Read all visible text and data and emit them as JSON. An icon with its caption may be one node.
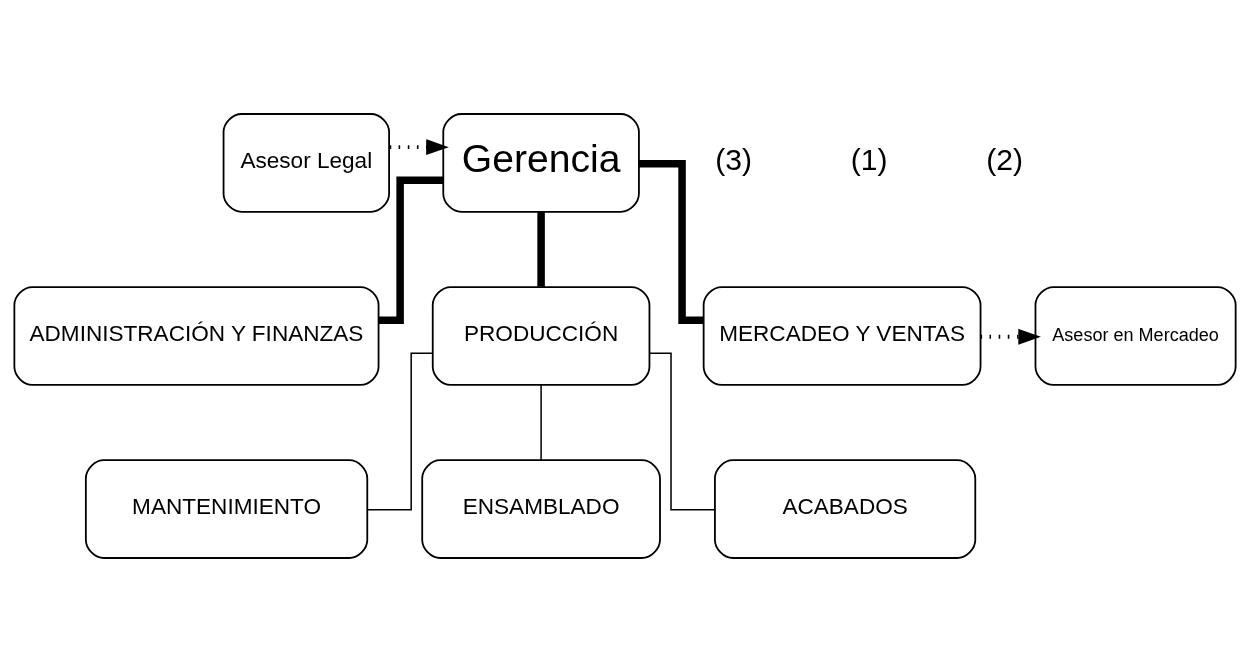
{
  "diagram": {
    "nodes": [
      {
        "text": [
          "Asesor Legal"
        ]
      },
      {
        "text": [
          "Gerencia"
        ]
      },
      {
        "text": [
          "ADMINISTRACIÓN Y FINANZAS"
        ]
      },
      {
        "text": [
          "PRODUCCIÓN"
        ]
      },
      {
        "text": [
          "MERCADEO Y VENTAS"
        ]
      },
      {
        "text": [
          "Asesor en Mercadeo"
        ]
      },
      {
        "text": [
          "MANTENIMIENTO"
        ]
      },
      {
        "text": [
          "ENSAMBLADO"
        ]
      },
      {
        "text": [
          "ACABADOS"
        ]
      }
    ],
    "edges": [
      {
        "from": 0,
        "to": 1,
        "arrow": "to",
        "style": "dashed"
      },
      {
        "from": 1,
        "to": 2,
        "arrow": "none",
        "style": "thick"
      },
      {
        "from": 1,
        "to": 3,
        "arrow": "none",
        "style": "thick"
      },
      {
        "from": 1,
        "to": 4,
        "arrow": "none",
        "style": "thick"
      },
      {
        "from": 4,
        "to": 5,
        "arrow": "to",
        "style": "dashed"
      },
      {
        "from": 3,
        "to": 6,
        "arrow": "none"
      },
      {
        "from": 3,
        "to": 7,
        "arrow": "none"
      },
      {
        "from": 3,
        "to": 8,
        "arrow": "none"
      }
    ],
    "labels": [
      "(3)",
      "(1)",
      "(2)"
    ]
  }
}
